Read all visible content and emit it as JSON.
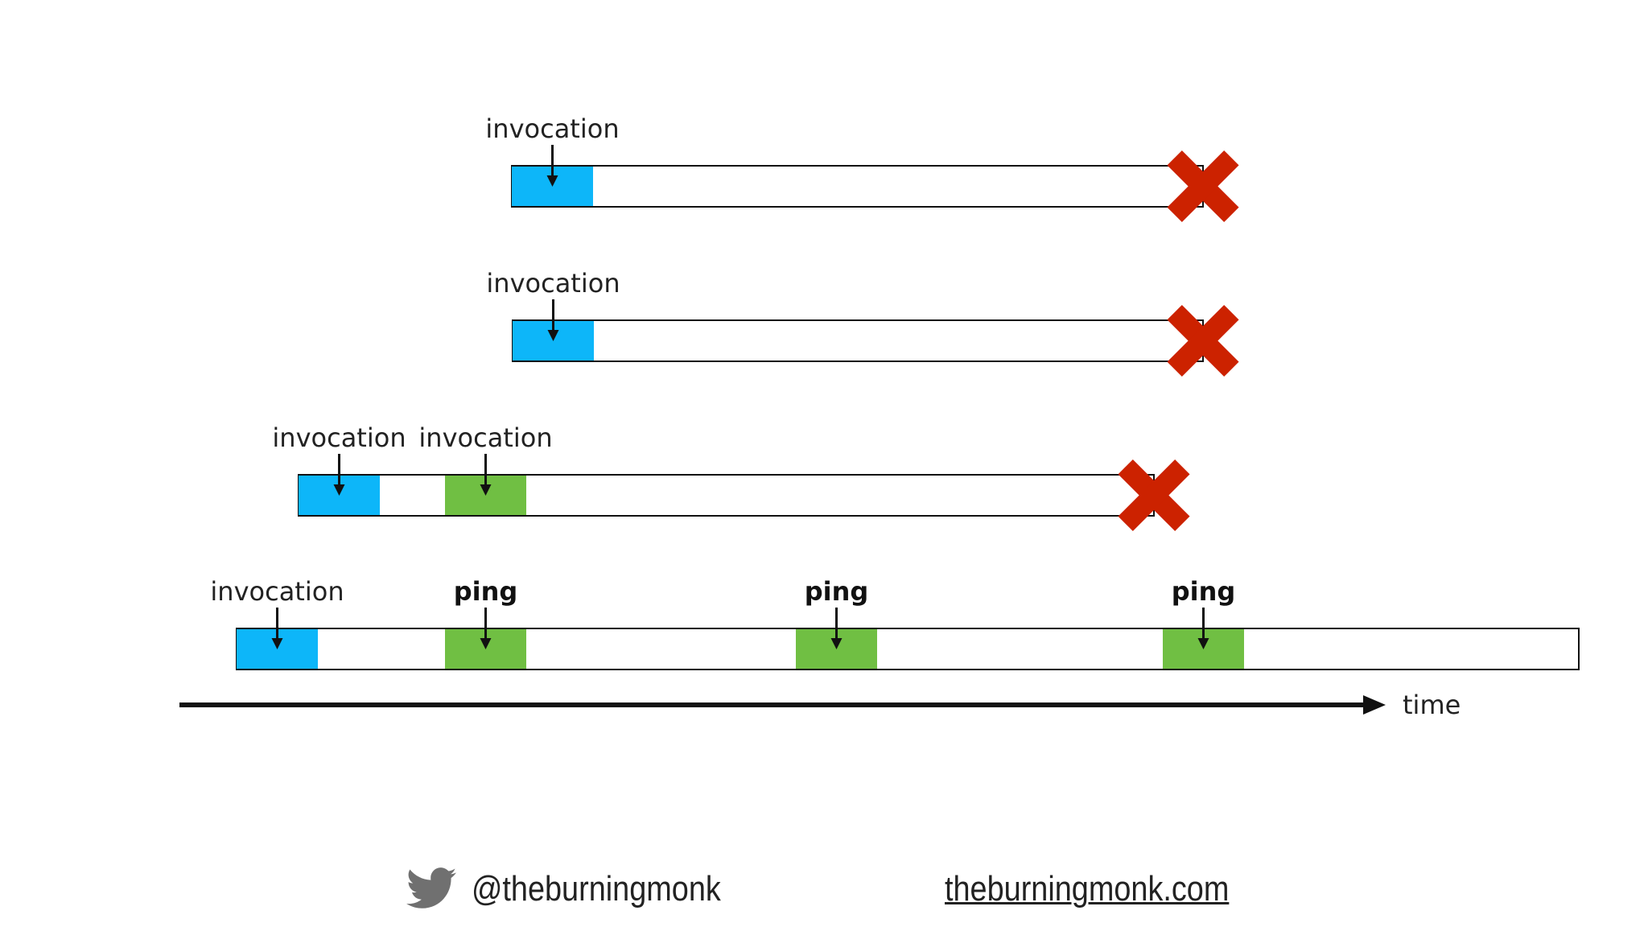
{
  "colors": {
    "invocation_block": "#0DB6F9",
    "ping_block": "#70BF43",
    "terminate_x": "#CC2200",
    "bar_border": "#111111",
    "arrow": "#111111",
    "twitter_icon": "#707070"
  },
  "rows": [
    {
      "blocks": [
        {
          "kind": "invocation",
          "label": "invocation"
        }
      ],
      "terminated": true
    },
    {
      "blocks": [
        {
          "kind": "invocation",
          "label": "invocation"
        }
      ],
      "terminated": true
    },
    {
      "blocks": [
        {
          "kind": "invocation",
          "label": "invocation"
        },
        {
          "kind": "ping",
          "label": "invocation"
        }
      ],
      "terminated": true
    },
    {
      "blocks": [
        {
          "kind": "invocation",
          "label": "invocation"
        },
        {
          "kind": "ping",
          "label": "ping"
        },
        {
          "kind": "ping",
          "label": "ping"
        },
        {
          "kind": "ping",
          "label": "ping"
        }
      ],
      "terminated": false
    }
  ],
  "time_axis": {
    "label": "time"
  },
  "footer": {
    "icon": "twitter-bird-icon",
    "twitter_handle": "@theburningmonk",
    "website": "theburningmonk.com"
  }
}
